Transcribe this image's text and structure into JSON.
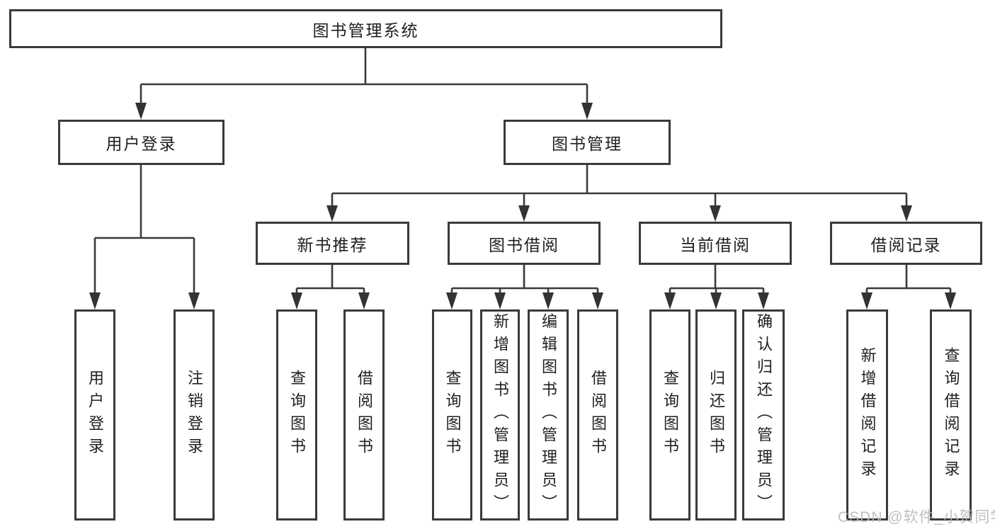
{
  "nodes": {
    "root": {
      "label": "图书管理系统"
    },
    "level2": [
      {
        "label": "用户登录"
      },
      {
        "label": "图书管理"
      }
    ],
    "level3": [
      {
        "label": "新书推荐"
      },
      {
        "label": "图书借阅"
      },
      {
        "label": "当前借阅"
      },
      {
        "label": "借阅记录"
      }
    ],
    "leaves": [
      {
        "label": "用户登录"
      },
      {
        "label": "注销登录"
      },
      {
        "label": "查询图书"
      },
      {
        "label": "借阅图书"
      },
      {
        "label": "查询图书"
      },
      {
        "label": "新增图书（管理员）"
      },
      {
        "label": "编辑图书（管理员）"
      },
      {
        "label": "借阅图书"
      },
      {
        "label": "查询图书"
      },
      {
        "label": "归还图书"
      },
      {
        "label": "确认归还（管理员）"
      },
      {
        "label": "新增借阅记录"
      },
      {
        "label": "查询借阅记录"
      }
    ]
  },
  "watermark": "CSDN @软件_小贺同学",
  "colors": {
    "line": "#3a3a3a",
    "text": "#1f1f1f",
    "box_bg": "#ffffff",
    "watermark": "#b9b9b9"
  }
}
